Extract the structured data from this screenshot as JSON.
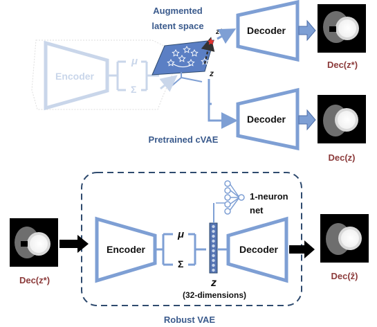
{
  "top": {
    "augmented_label_line1": "Augmented",
    "augmented_label_line2": "latent space",
    "encoder_label": "Encoder",
    "mu_symbol": "μ",
    "sigma_symbol": "Σ",
    "z_star_label": "z*",
    "z_label": "z",
    "decoder_top_label": "Decoder",
    "decoder_bottom_label": "Decoder",
    "dec_z_star_caption": "Dec(z*)",
    "dec_z_caption": "Dec(z)",
    "pretrained_caption": "Pretrained cVAE"
  },
  "bottom": {
    "input_caption": "Dec(z*)",
    "encoder_label": "Encoder",
    "mu_symbol": "μ",
    "sigma_symbol": "Σ",
    "decoder_label": "Decoder",
    "z_label": "z",
    "z_dims_label": "(32-dimensions)",
    "neuron_line1": "1-neuron",
    "neuron_line2": "net",
    "output_caption": "Dec(ẑ)",
    "robust_caption": "Robust VAE"
  },
  "colors": {
    "blue": "#7e9fd4",
    "faded_blue": "#c9d6ea",
    "caption_red": "#8b3a3a",
    "title_blue": "#3a5a8c",
    "dashed_border": "#2e4a6e",
    "latent_plane": "#5b7fc4",
    "bar_fill": "#5574b3"
  }
}
